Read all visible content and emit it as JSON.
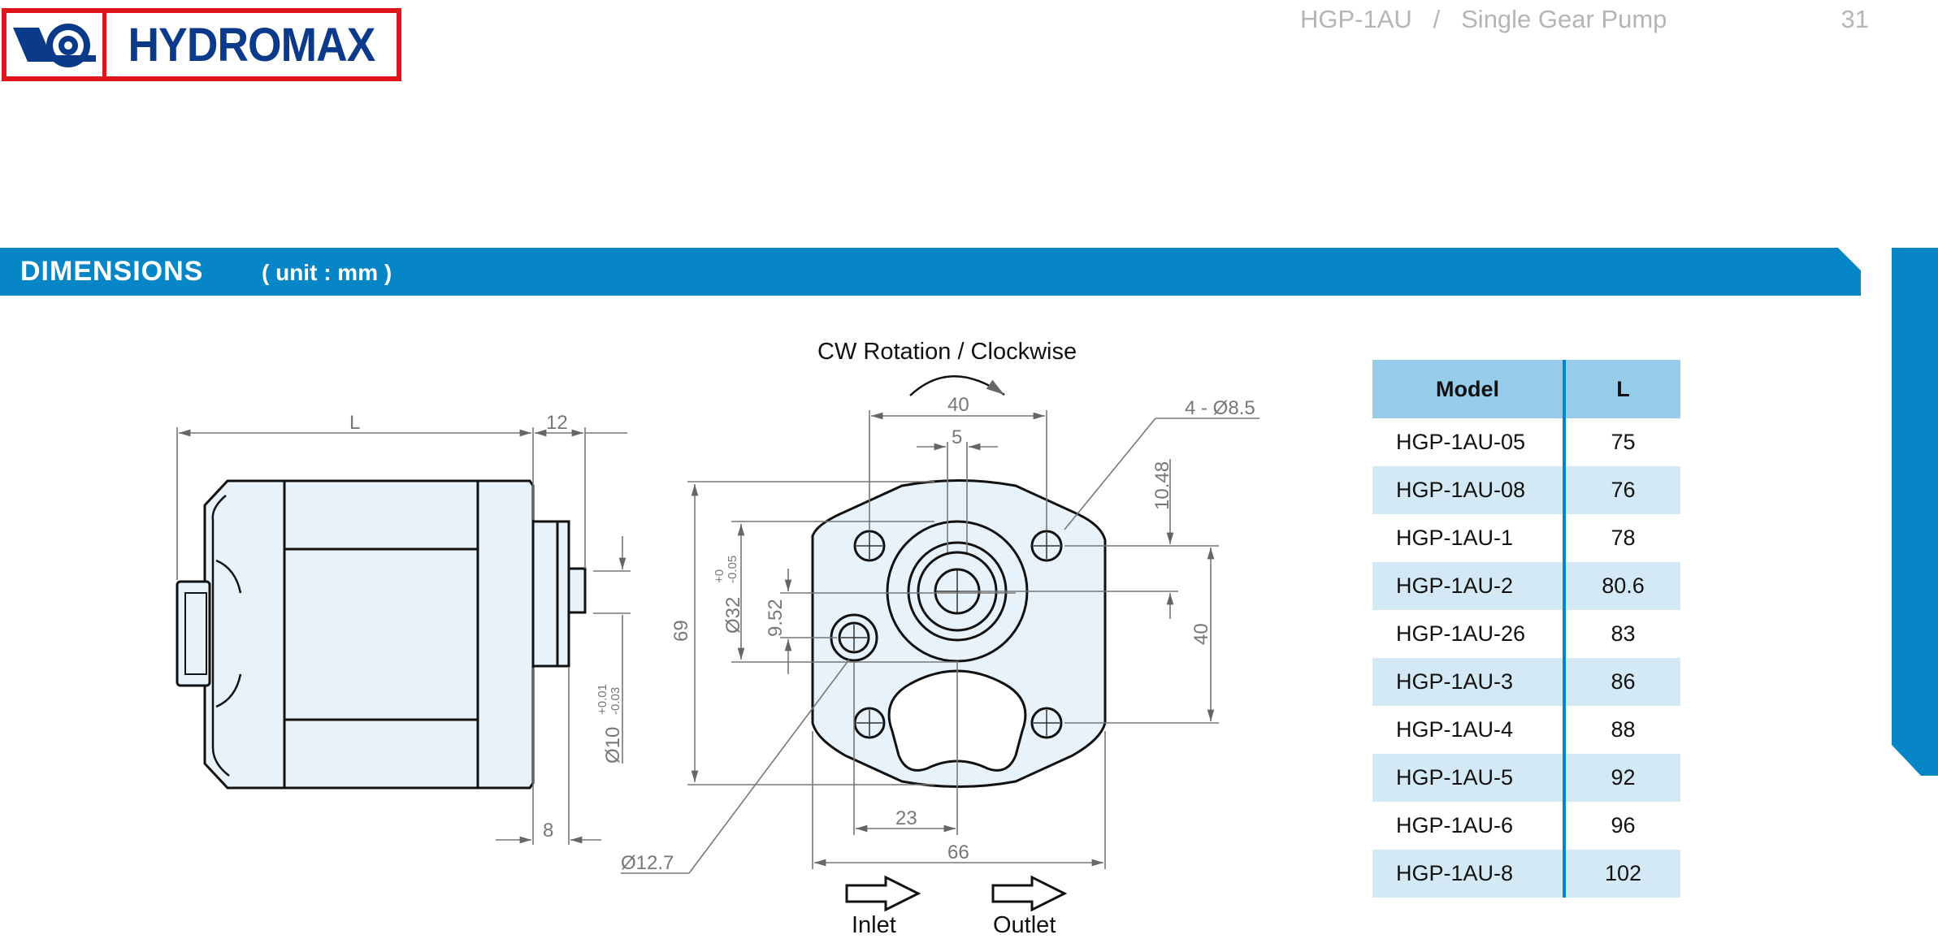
{
  "brand": {
    "name": "HYDROMAX"
  },
  "header": {
    "product_code": "HGP-1AU",
    "separator": "/",
    "product_name": "Single Gear Pump",
    "page_number": "31"
  },
  "section": {
    "title": "DIMENSIONS",
    "unit": "( unit : mm )"
  },
  "drawing": {
    "rotation_label": "CW Rotation / Clockwise",
    "inlet_label": "Inlet",
    "outlet_label": "Outlet",
    "dims": {
      "L": "L",
      "d12": "12",
      "d8": "8",
      "d10": "Ø10",
      "d10_tol_plus": "+0.01",
      "d10_tol_minus": "-0.03",
      "d40_top": "40",
      "d5": "5",
      "holes": "4 - Ø8.5",
      "d69": "69",
      "d32": "Ø32",
      "d32_tol_plus": "+0",
      "d32_tol_minus": "-0.05",
      "d952": "9.52",
      "d1048": "10.48",
      "d40_side": "40",
      "d23": "23",
      "d66": "66",
      "d127": "Ø12.7"
    }
  },
  "table": {
    "headers": [
      "Model",
      "L"
    ],
    "rows": [
      [
        "HGP-1AU-05",
        "75"
      ],
      [
        "HGP-1AU-08",
        "76"
      ],
      [
        "HGP-1AU-1",
        "78"
      ],
      [
        "HGP-1AU-2",
        "80.6"
      ],
      [
        "HGP-1AU-26",
        "83"
      ],
      [
        "HGP-1AU-3",
        "86"
      ],
      [
        "HGP-1AU-4",
        "88"
      ],
      [
        "HGP-1AU-5",
        "92"
      ],
      [
        "HGP-1AU-6",
        "96"
      ],
      [
        "HGP-1AU-8",
        "102"
      ]
    ]
  },
  "colors": {
    "brand_blue": "#0686c6",
    "header_cell": "#97cbea",
    "alt_row": "#d4e9f6",
    "logo_red": "#e1131c",
    "logo_text": "#0c3a8a"
  }
}
